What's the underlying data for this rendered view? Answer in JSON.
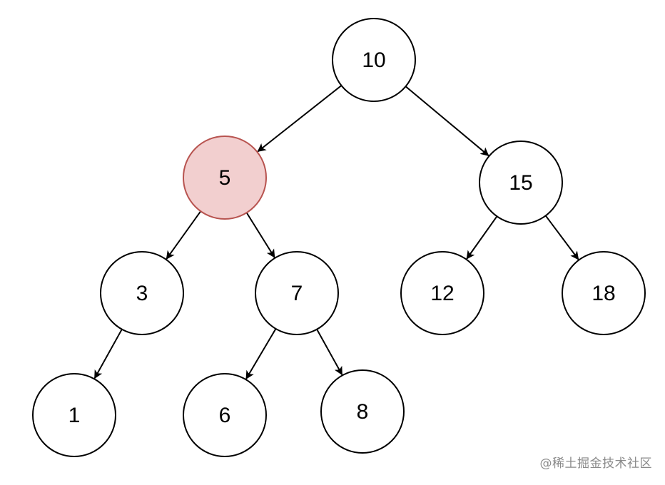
{
  "tree": {
    "nodes": [
      {
        "id": "n10",
        "label": "10",
        "highlighted": false
      },
      {
        "id": "n5",
        "label": "5",
        "highlighted": true
      },
      {
        "id": "n15",
        "label": "15",
        "highlighted": false
      },
      {
        "id": "n3",
        "label": "3",
        "highlighted": false
      },
      {
        "id": "n7",
        "label": "7",
        "highlighted": false
      },
      {
        "id": "n12",
        "label": "12",
        "highlighted": false
      },
      {
        "id": "n18",
        "label": "18",
        "highlighted": false
      },
      {
        "id": "n1",
        "label": "1",
        "highlighted": false
      },
      {
        "id": "n6",
        "label": "6",
        "highlighted": false
      },
      {
        "id": "n8",
        "label": "8",
        "highlighted": false
      }
    ],
    "edges": [
      {
        "from": "n10",
        "to": "n5"
      },
      {
        "from": "n10",
        "to": "n15"
      },
      {
        "from": "n5",
        "to": "n3"
      },
      {
        "from": "n5",
        "to": "n7"
      },
      {
        "from": "n15",
        "to": "n12"
      },
      {
        "from": "n15",
        "to": "n18"
      },
      {
        "from": "n3",
        "to": "n1"
      },
      {
        "from": "n7",
        "to": "n6"
      },
      {
        "from": "n7",
        "to": "n8"
      }
    ]
  },
  "colors": {
    "node_fill": "#ffffff",
    "node_stroke": "#000000",
    "highlight_fill": "#f2cfcf",
    "highlight_stroke": "#b85450",
    "edge": "#000000"
  },
  "watermark": "@稀土掘金技术社区"
}
